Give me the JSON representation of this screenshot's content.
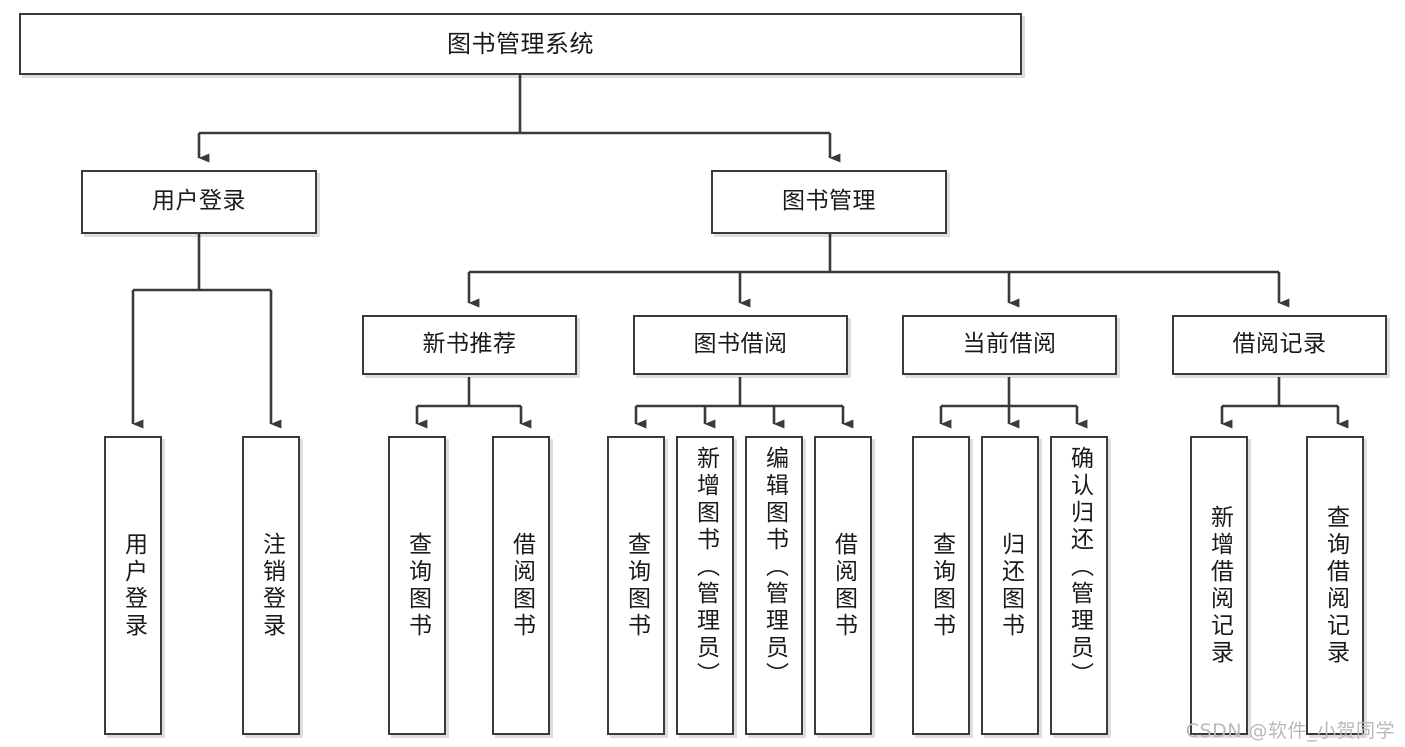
{
  "diagram": {
    "title": "图书管理系统",
    "type": "功能结构图",
    "stroke_color": "#3a3a3a",
    "background_color": "#ffffff",
    "text_color": "#1a1a1a"
  },
  "root": {
    "label": "图书管理系统"
  },
  "level2": [
    {
      "label": "用户登录"
    },
    {
      "label": "图书管理"
    }
  ],
  "level3": [
    {
      "label": "新书推荐"
    },
    {
      "label": "图书借阅"
    },
    {
      "label": "当前借阅"
    },
    {
      "label": "借阅记录"
    }
  ],
  "leaves": {
    "user_login": [
      {
        "label": "用户登录"
      },
      {
        "label": "注销登录"
      }
    ],
    "new_book": [
      {
        "label": "查询图书"
      },
      {
        "label": "借阅图书"
      }
    ],
    "book_borrow": [
      {
        "label": "查询图书"
      },
      {
        "label": "新增图书（管理员）"
      },
      {
        "label": "编辑图书（管理员）"
      },
      {
        "label": "借阅图书"
      }
    ],
    "current_borrow": [
      {
        "label": "查询图书"
      },
      {
        "label": "归还图书"
      },
      {
        "label": "确认归还（管理员）"
      }
    ],
    "borrow_record": [
      {
        "label": "新增借阅记录"
      },
      {
        "label": "查询借阅记录"
      }
    ]
  },
  "watermark": {
    "text": "CSDN @软件_小贺同学"
  }
}
